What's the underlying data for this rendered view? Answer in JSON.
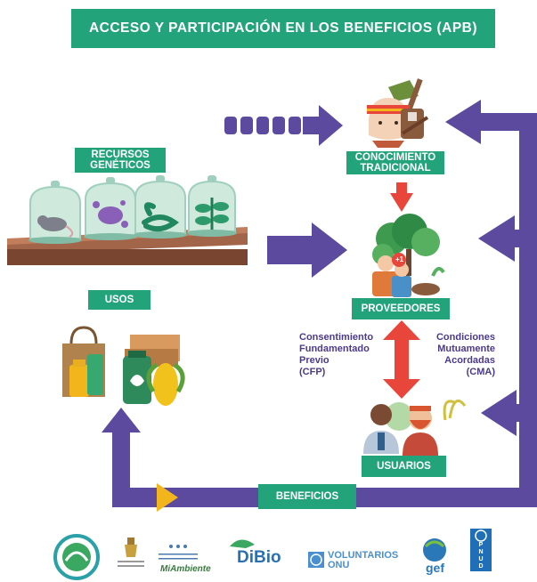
{
  "title": "ACCESO Y PARTICIPACIÓN EN LOS BENEFICIOS (APB)",
  "labels": {
    "recursos_line1": "RECURSOS",
    "recursos_line2": "GENÉTICOS",
    "conocimiento_line1": "CONOCIMIENTO",
    "conocimiento_line2": "TRADICIONAL",
    "usos": "USOS",
    "proveedores": "PROVEEDORES",
    "usuarios": "USUARIOS",
    "beneficios": "BENEFICIOS",
    "badge": "+1"
  },
  "cfp": {
    "l1": "Consentimiento",
    "l2": "Fundamentado",
    "l3": "Previo",
    "l4": "(CFP)"
  },
  "cma": {
    "l1": "Condiciones",
    "l2": "Mutuamente",
    "l3": "Acordadas",
    "l4": "(CMA)"
  },
  "logos": {
    "mi_ambiente": "MiAmbiente",
    "dibio": "DiBio",
    "voluntarios_l1": "VOLUNTARIOS",
    "voluntarios_l2": "ONU",
    "gef": "gef",
    "undp_l1": "P",
    "undp_l2": "N",
    "undp_l3": "U",
    "undp_l4": "D"
  },
  "colors": {
    "green": "#22a37a",
    "purple": "#5b4a9e",
    "red": "#e8463a",
    "yellow": "#f2b51c"
  }
}
